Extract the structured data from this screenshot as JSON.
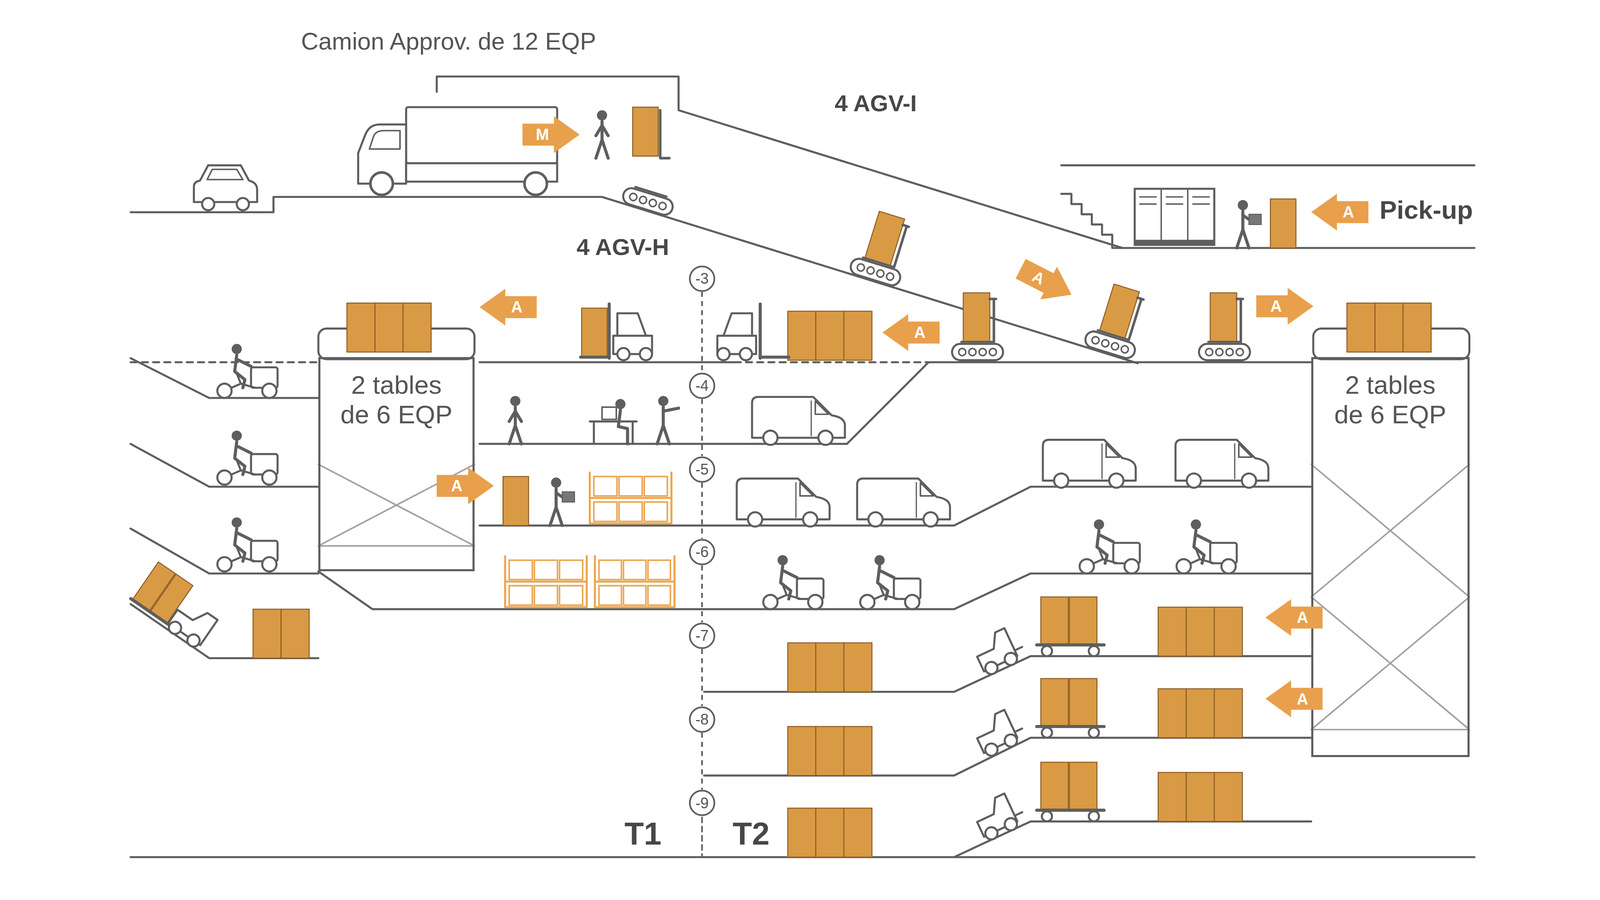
{
  "diagram": {
    "nodes": [
      {
        "text": [
          "M"
        ]
      },
      {
        "text": [
          "A"
        ]
      },
      {
        "text": [
          "-3"
        ]
      },
      {
        "text": [
          "A"
        ]
      },
      {
        "text": [
          "A"
        ]
      },
      {
        "text": [
          "A"
        ]
      },
      {
        "text": [
          "A"
        ]
      },
      {
        "text": [
          "2 tables de 6 EQP"
        ]
      },
      {
        "text": [
          "2 tables de 6 EQP"
        ]
      },
      {
        "text": [
          "-4"
        ]
      },
      {
        "text": [
          "A"
        ]
      },
      {
        "text": [
          "-5"
        ]
      },
      {
        "text": [
          "-6"
        ]
      },
      {
        "text": [
          "A"
        ]
      },
      {
        "text": [
          "-7"
        ]
      },
      {
        "text": [
          "A"
        ]
      },
      {
        "text": [
          "-8"
        ]
      },
      {
        "text": [
          "-9"
        ]
      }
    ],
    "edges": [
      {
        "from": 2,
        "to": 9,
        "arrow": "none"
      },
      {
        "from": 9,
        "to": 11,
        "arrow": "none"
      },
      {
        "from": 11,
        "to": 12,
        "arrow": "none"
      },
      {
        "from": 12,
        "to": 14,
        "arrow": "none"
      },
      {
        "from": 14,
        "to": 16,
        "arrow": "none"
      },
      {
        "from": 16,
        "to": 17,
        "arrow": "none"
      }
    ],
    "labels": [
      "Camion Approv. de 12 EQP",
      "4 AGV-I",
      "4 AGV-H",
      "Pick-up",
      "T1",
      "T2"
    ]
  }
}
